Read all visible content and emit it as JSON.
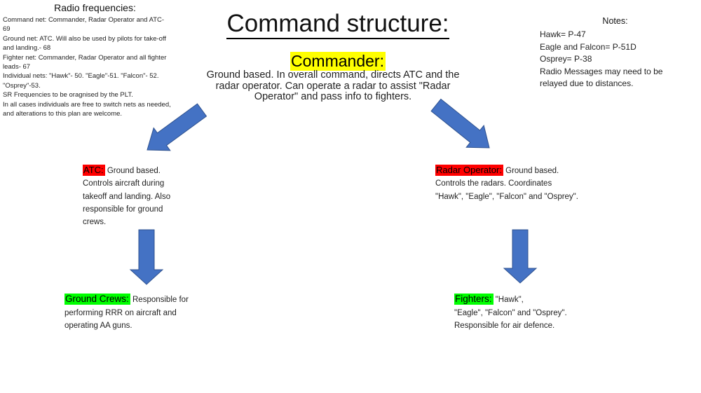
{
  "colors": {
    "arrow_fill": "#4472C4",
    "arrow_stroke": "#2F528F",
    "highlight_yellow": "#FFFF00",
    "highlight_red": "#FF0000",
    "highlight_green": "#00FF00"
  },
  "radio_frequencies": {
    "title": "Radio frequencies:",
    "body": "Command net: Commander, Radar Operator and ATC-\n69\nGround net: ATC. Will also be used by pilots for take-off\nand landing.- 68\nFighter net: Commander, Radar Operator and all fighter\nleads- 67\nIndividual nets: \"Hawk\"- 50. \"Eagle\"-51. \"Falcon\"- 52.\n\"Osprey\"-53.\nSR Frequencies to be oragnised by the PLT.\nIn all cases individuals are free to switch nets as needed,\nand alterations to this plan are welcome."
  },
  "title": "Command structure:",
  "commander": {
    "label": "Commander:",
    "description": "Ground based. In overall command, directs ATC and the\nradar operator. Can operate a radar to assist \"Radar\nOperator\" and pass info to fighters."
  },
  "notes": {
    "title": "Notes:",
    "body": "Hawk= P-47\nEagle and Falcon= P-51D\nOsprey= P-38\nRadio Messages may need to be\nrelayed due to distances."
  },
  "atc": {
    "label": "ATC:",
    "description": " Ground based.\nControls aircraft during\ntakeoff and landing. Also\nresponsible for ground\ncrews."
  },
  "radar_operator": {
    "label": "Radar Operator:",
    "description": " Ground based.\nControls the radars. Coordinates\n\"Hawk\", \"Eagle\", \"Falcon\" and \"Osprey\"."
  },
  "ground_crews": {
    "label": "Ground Crews:",
    "description": " Responsible for\nperforming RRR on aircraft and\noperating AA guns."
  },
  "fighters": {
    "label": "Fighters:",
    "description": " \"Hawk\",\n\"Eagle\", \"Falcon\" and \"Osprey\".\nResponsible for air defence."
  }
}
